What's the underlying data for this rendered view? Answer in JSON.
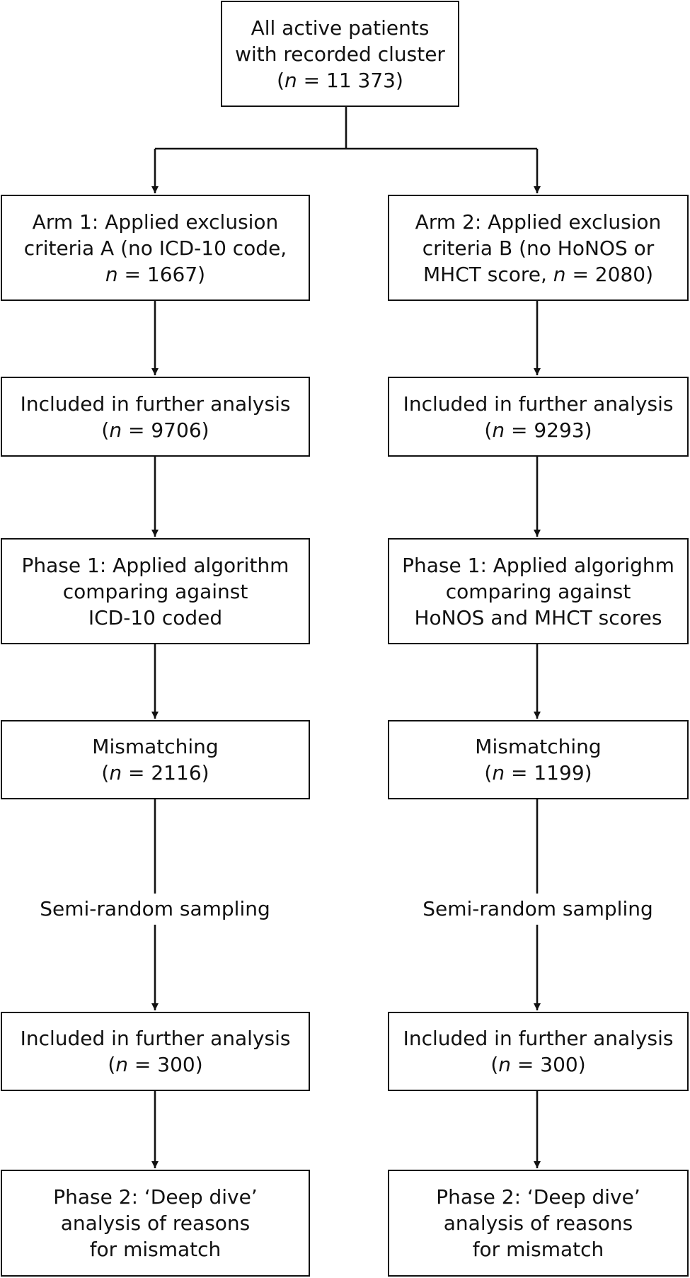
{
  "root": {
    "lines": [
      "All active patients",
      "with recorded cluster"
    ],
    "n_line": {
      "pre": "(",
      "var": "n",
      "post": " = 11 373)"
    }
  },
  "arm1": {
    "exclusion": {
      "lines": [
        "Arm 1: Applied exclusion",
        "criteria A (no ICD-10 code,"
      ],
      "n_line": {
        "pre": "",
        "var": "n",
        "post": " = 1667)"
      }
    },
    "included": {
      "lines": [
        "Included in further analysis"
      ],
      "n_line": {
        "pre": "(",
        "var": "n",
        "post": " = 9706)"
      }
    },
    "phase1": {
      "lines": [
        "Phase 1: Applied algorithm",
        "comparing against",
        "ICD-10 coded"
      ]
    },
    "mismatching": {
      "lines": [
        "Mismatching"
      ],
      "n_line": {
        "pre": "(",
        "var": "n",
        "post": " = 2116)"
      }
    },
    "sampling_label": "Semi-random sampling",
    "sample": {
      "lines": [
        "Included in further analysis"
      ],
      "n_line": {
        "pre": "(",
        "var": "n",
        "post": " = 300)"
      }
    },
    "phase2": {
      "lines": [
        "Phase 2: ‘Deep dive’",
        "analysis of reasons",
        "for mismatch"
      ]
    }
  },
  "arm2": {
    "exclusion": {
      "lines": [
        "Arm 2: Applied exclusion",
        "criteria B (no HoNOS or"
      ],
      "n_line": {
        "pre": "MHCT score, ",
        "var": "n",
        "post": " = 2080)"
      }
    },
    "included": {
      "lines": [
        "Included in further analysis"
      ],
      "n_line": {
        "pre": "(",
        "var": "n",
        "post": " = 9293)"
      }
    },
    "phase1": {
      "lines": [
        "Phase 1: Applied algorighm",
        "comparing against",
        "HoNOS and MHCT scores"
      ]
    },
    "mismatching": {
      "lines": [
        "Mismatching"
      ],
      "n_line": {
        "pre": "(",
        "var": "n",
        "post": " = 1199)"
      }
    },
    "sampling_label": "Semi-random sampling",
    "sample": {
      "lines": [
        "Included in further analysis"
      ],
      "n_line": {
        "pre": "(",
        "var": "n",
        "post": " = 300)"
      }
    },
    "phase2": {
      "lines": [
        "Phase 2: ‘Deep dive’",
        "analysis of reasons",
        "for mismatch"
      ]
    }
  }
}
